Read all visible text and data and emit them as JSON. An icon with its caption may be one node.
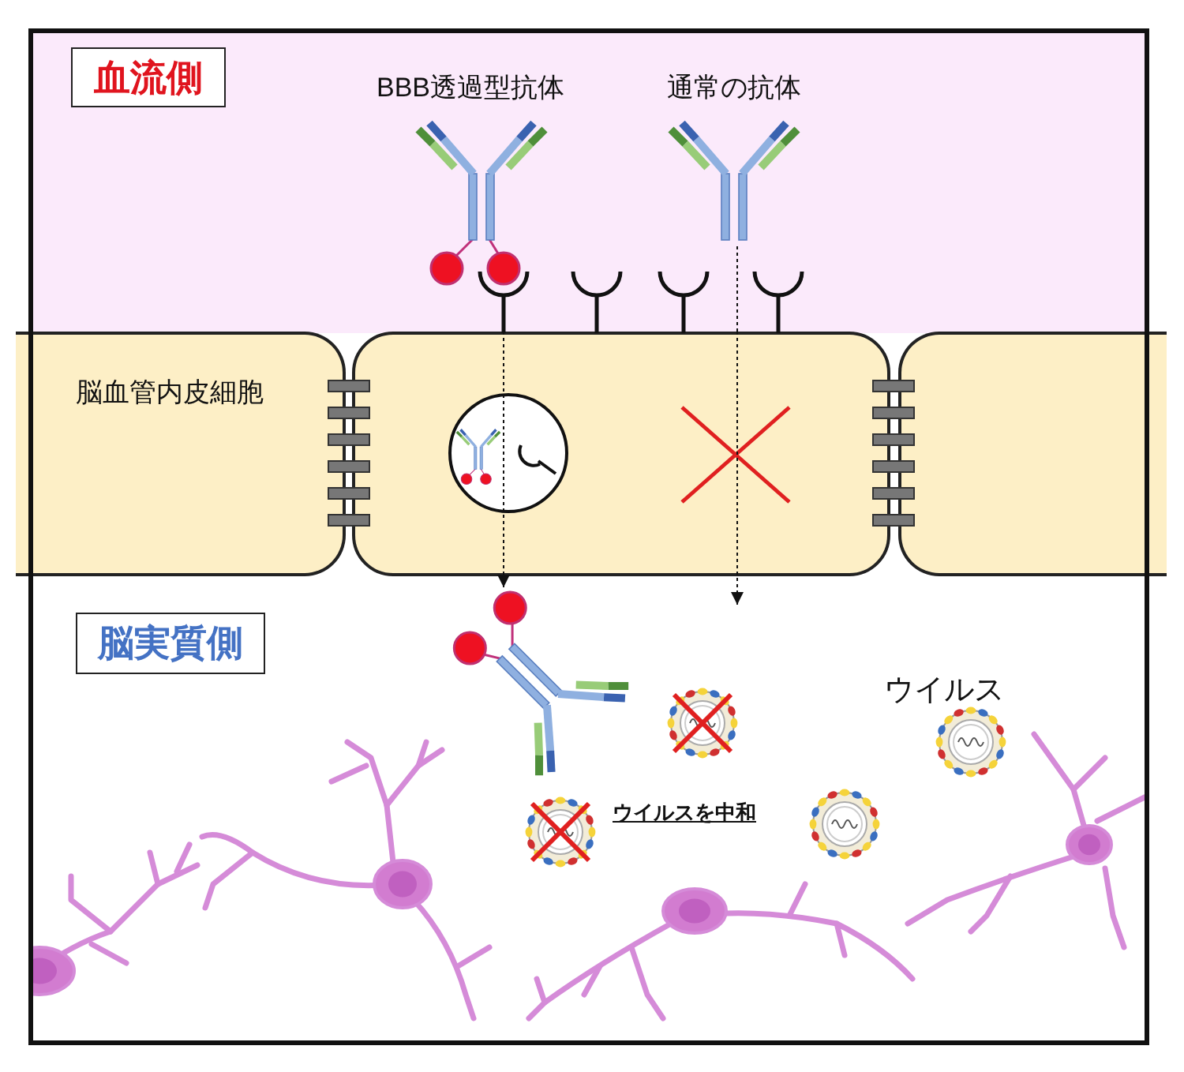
{
  "diagram": {
    "nodes": [
      {
        "text": [
          "血流側"
        ]
      },
      {
        "text": [],
        "shape": "picture",
        "beside": [
          "BBB透過型抗体"
        ]
      },
      {
        "text": [],
        "shape": "picture",
        "beside": [
          "通常の抗体"
        ]
      },
      {
        "text": [
          "脳血管内皮細胞"
        ]
      },
      {
        "text": [],
        "shape": "box"
      },
      {
        "text": [],
        "shape": "box"
      },
      {
        "text": [
          "脳実質側"
        ]
      },
      {
        "text": [],
        "shape": "picture"
      }
    ],
    "edges": [
      {
        "from": 4,
        "to": 7,
        "arrow": "to",
        "style": "dashed"
      },
      {
        "from": 2,
        "to": 4,
        "arrow": "none",
        "style": "dashed"
      },
      {
        "from": 4,
        "to": null,
        "arrow": "to",
        "style": "dashed"
      }
    ],
    "labels": [
      "ウイルス",
      "ウイルスを中和"
    ]
  }
}
